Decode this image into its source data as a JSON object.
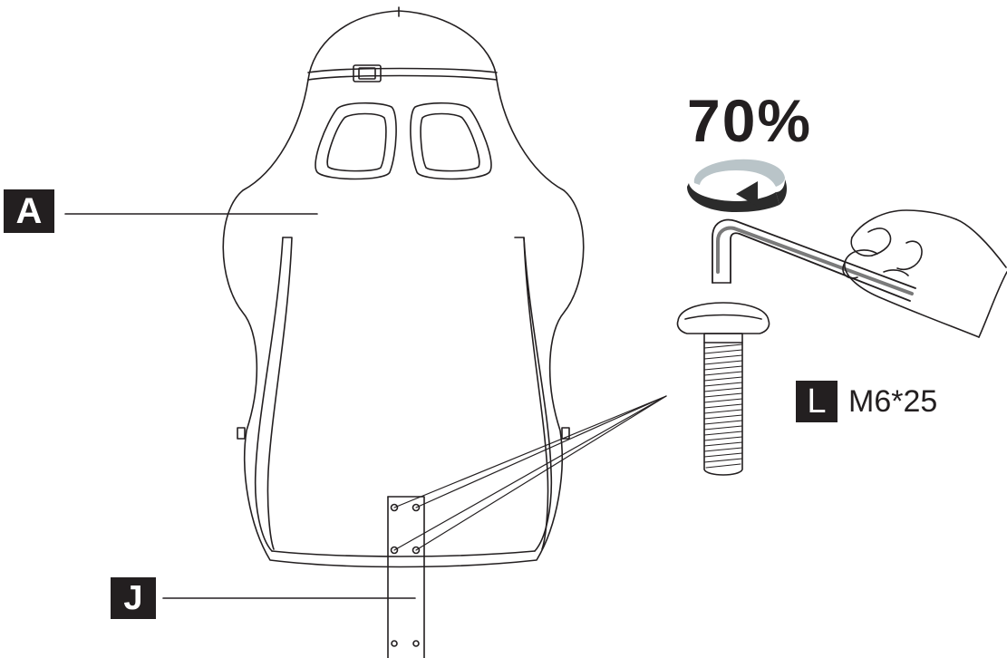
{
  "torque": "70%",
  "labels": {
    "backrest": "A",
    "bracket": "J",
    "screw": "L"
  },
  "screw_spec": "M6*25",
  "icons": {
    "rotation": "clockwise-rotation-arrow-icon",
    "tool": "allen-key-icon",
    "hand": "hand-icon",
    "screw": "bolt-icon"
  },
  "colors": {
    "ink": "#231f20",
    "arrow_light": "#b9c4c8",
    "arrow_dark": "#2b2b2b"
  }
}
